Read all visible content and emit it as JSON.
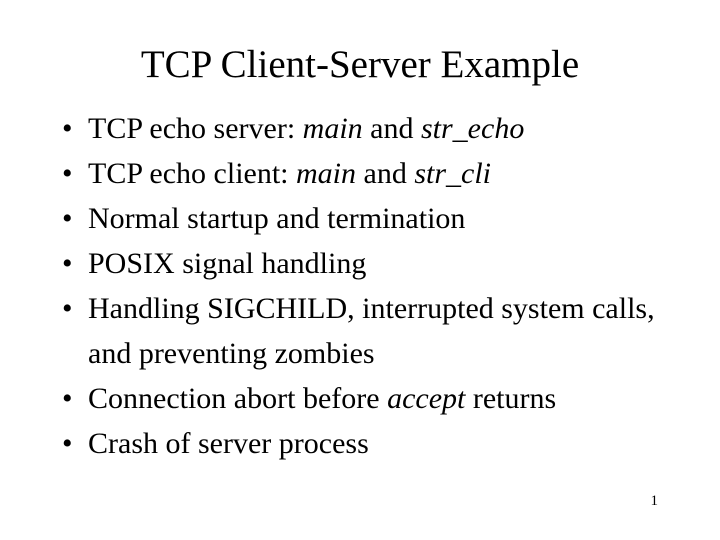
{
  "slide": {
    "title": "TCP Client-Server Example",
    "bullet_marker": "•",
    "page_number": "1",
    "text_color": "#000000",
    "background_color": "#ffffff",
    "bullets": [
      {
        "id": "tcp-echo-server",
        "plain": "TCP echo server: main and str_echo",
        "runs": [
          {
            "text": "TCP echo server: ",
            "style": "normal"
          },
          {
            "text": "main",
            "style": "italic"
          },
          {
            "text": " and ",
            "style": "normal"
          },
          {
            "text": "str_echo",
            "style": "italic"
          }
        ]
      },
      {
        "id": "tcp-echo-client",
        "plain": "TCP echo client: main and str_cli",
        "runs": [
          {
            "text": "TCP echo client: ",
            "style": "normal"
          },
          {
            "text": "main",
            "style": "italic"
          },
          {
            "text": " and ",
            "style": "normal"
          },
          {
            "text": "str_cli",
            "style": "italic"
          }
        ]
      },
      {
        "id": "normal-startup-termination",
        "plain": "Normal startup and termination",
        "runs": [
          {
            "text": "Normal startup and termination",
            "style": "normal"
          }
        ]
      },
      {
        "id": "posix-signal-handling",
        "plain": "POSIX signal handling",
        "runs": [
          {
            "text": "POSIX signal handling",
            "style": "normal"
          }
        ]
      },
      {
        "id": "handling-sigchild",
        "plain": "Handling SIGCHILD, interrupted system calls, and preventing zombies",
        "runs": [
          {
            "text": "Handling SIGCHILD, interrupted system calls, and preventing zombies",
            "style": "normal"
          }
        ]
      },
      {
        "id": "connection-abort",
        "plain": "Connection abort before accept returns",
        "runs": [
          {
            "text": "Connection abort before ",
            "style": "normal"
          },
          {
            "text": "accept",
            "style": "italic"
          },
          {
            "text": " returns",
            "style": "normal"
          }
        ]
      },
      {
        "id": "crash-of-server-process",
        "plain": "Crash of server process",
        "runs": [
          {
            "text": "Crash of server process",
            "style": "normal"
          }
        ]
      }
    ]
  }
}
